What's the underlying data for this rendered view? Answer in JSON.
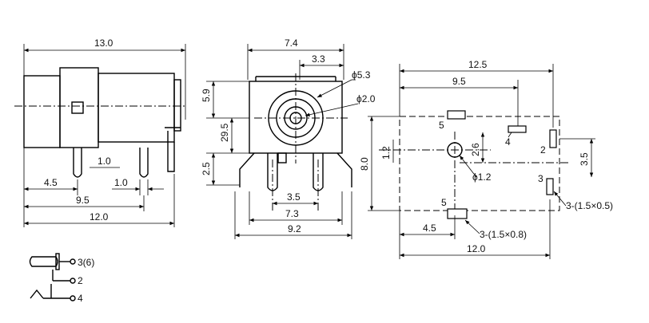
{
  "side_view": {
    "dim_overall": "13.0",
    "dim_tab": "1.0",
    "dim_45": "4.5",
    "dim_10": "1.0",
    "dim_95": "9.5",
    "dim_120": "12.0"
  },
  "front_view": {
    "dim_74": "7.4",
    "dim_33": "3.3",
    "dia_53": "ϕ5.3",
    "dia_20": "ϕ2.0",
    "dim_59": "5.9",
    "dim_295": "29.5",
    "dim_25": "2.5",
    "dim_35": "3.5",
    "dim_73": "7.3",
    "dim_92": "9.2"
  },
  "footprint": {
    "dim_125": "12.5",
    "dim_95": "9.5",
    "dim_80": "8.0",
    "dim_12": "1.2",
    "dim_26": "2.6",
    "dim_35": "3.5",
    "dia_12": "ϕ1.2",
    "pad5_top": "5",
    "pad4": "4",
    "pad2": "2",
    "pad3": "3",
    "pad5_bottom": "5",
    "note_pads_small": "3-(1.5×0.5)",
    "dim_45": "4.5",
    "note_pads_big": "3-(1.5×0.8)",
    "dim_120": "12.0"
  },
  "schematic": {
    "pin_36": "3(6)",
    "pin_2": "2",
    "pin_4": "4"
  }
}
